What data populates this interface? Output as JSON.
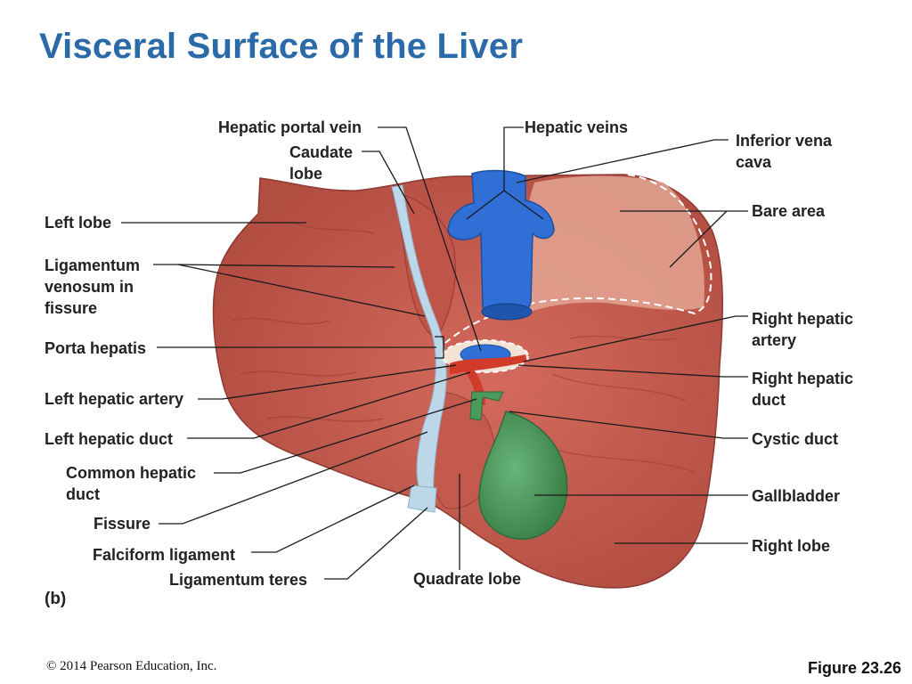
{
  "title": "Visceral Surface of the Liver",
  "panel_label": "(b)",
  "copyright": "© 2014 Pearson Education, Inc.",
  "figure_label": "Figure 23.26",
  "labels": {
    "hepatic_portal_vein": "Hepatic portal vein",
    "caudate_lobe": "Caudate\nlobe",
    "hepatic_veins": "Hepatic veins",
    "inferior_vena_cava": "Inferior vena\ncava",
    "left_lobe": "Left lobe",
    "ligamentum_venosum": "Ligamentum\nvenosum in\nfissure",
    "bare_area": "Bare area",
    "porta_hepatis": "Porta hepatis",
    "right_hepatic_artery": "Right hepatic\nartery",
    "right_hepatic_duct": "Right hepatic\nduct",
    "left_hepatic_artery": "Left hepatic artery",
    "cystic_duct": "Cystic duct",
    "left_hepatic_duct": "Left hepatic duct",
    "common_hepatic_duct": "Common hepatic\nduct",
    "gallbladder": "Gallbladder",
    "fissure": "Fissure",
    "right_lobe": "Right lobe",
    "falciform_ligament": "Falciform ligament",
    "ligamentum_teres": "Ligamentum teres",
    "quadrate_lobe": "Quadrate lobe"
  },
  "colors": {
    "title": "#2b6aa8",
    "liver": "#c65c50",
    "liver_dark": "#a8453b",
    "bare_area": "#e3a593",
    "vena_cava": "#2f6fd6",
    "gallbladder": "#4a9a5c",
    "artery": "#d23a2a",
    "ligament": "#bcd8e8"
  }
}
